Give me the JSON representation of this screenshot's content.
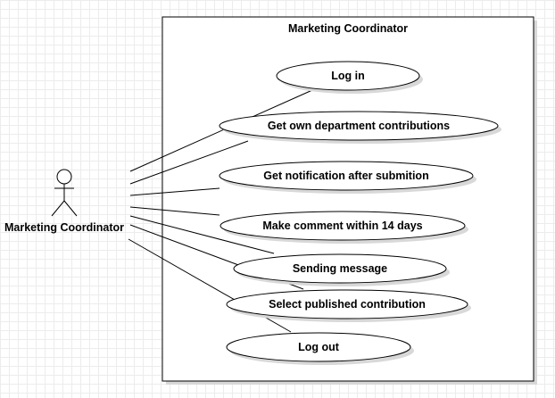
{
  "system": {
    "title": "Marketing Coordinator"
  },
  "actor": {
    "name": "Marketing Coordinator"
  },
  "use_cases": [
    {
      "label": "Log in"
    },
    {
      "label": "Get own department contributions"
    },
    {
      "label": "Get notification after submition"
    },
    {
      "label": "Make comment within 14 days"
    },
    {
      "label": "Sending message"
    },
    {
      "label": "Select published contribution"
    },
    {
      "label": "Log out"
    }
  ]
}
